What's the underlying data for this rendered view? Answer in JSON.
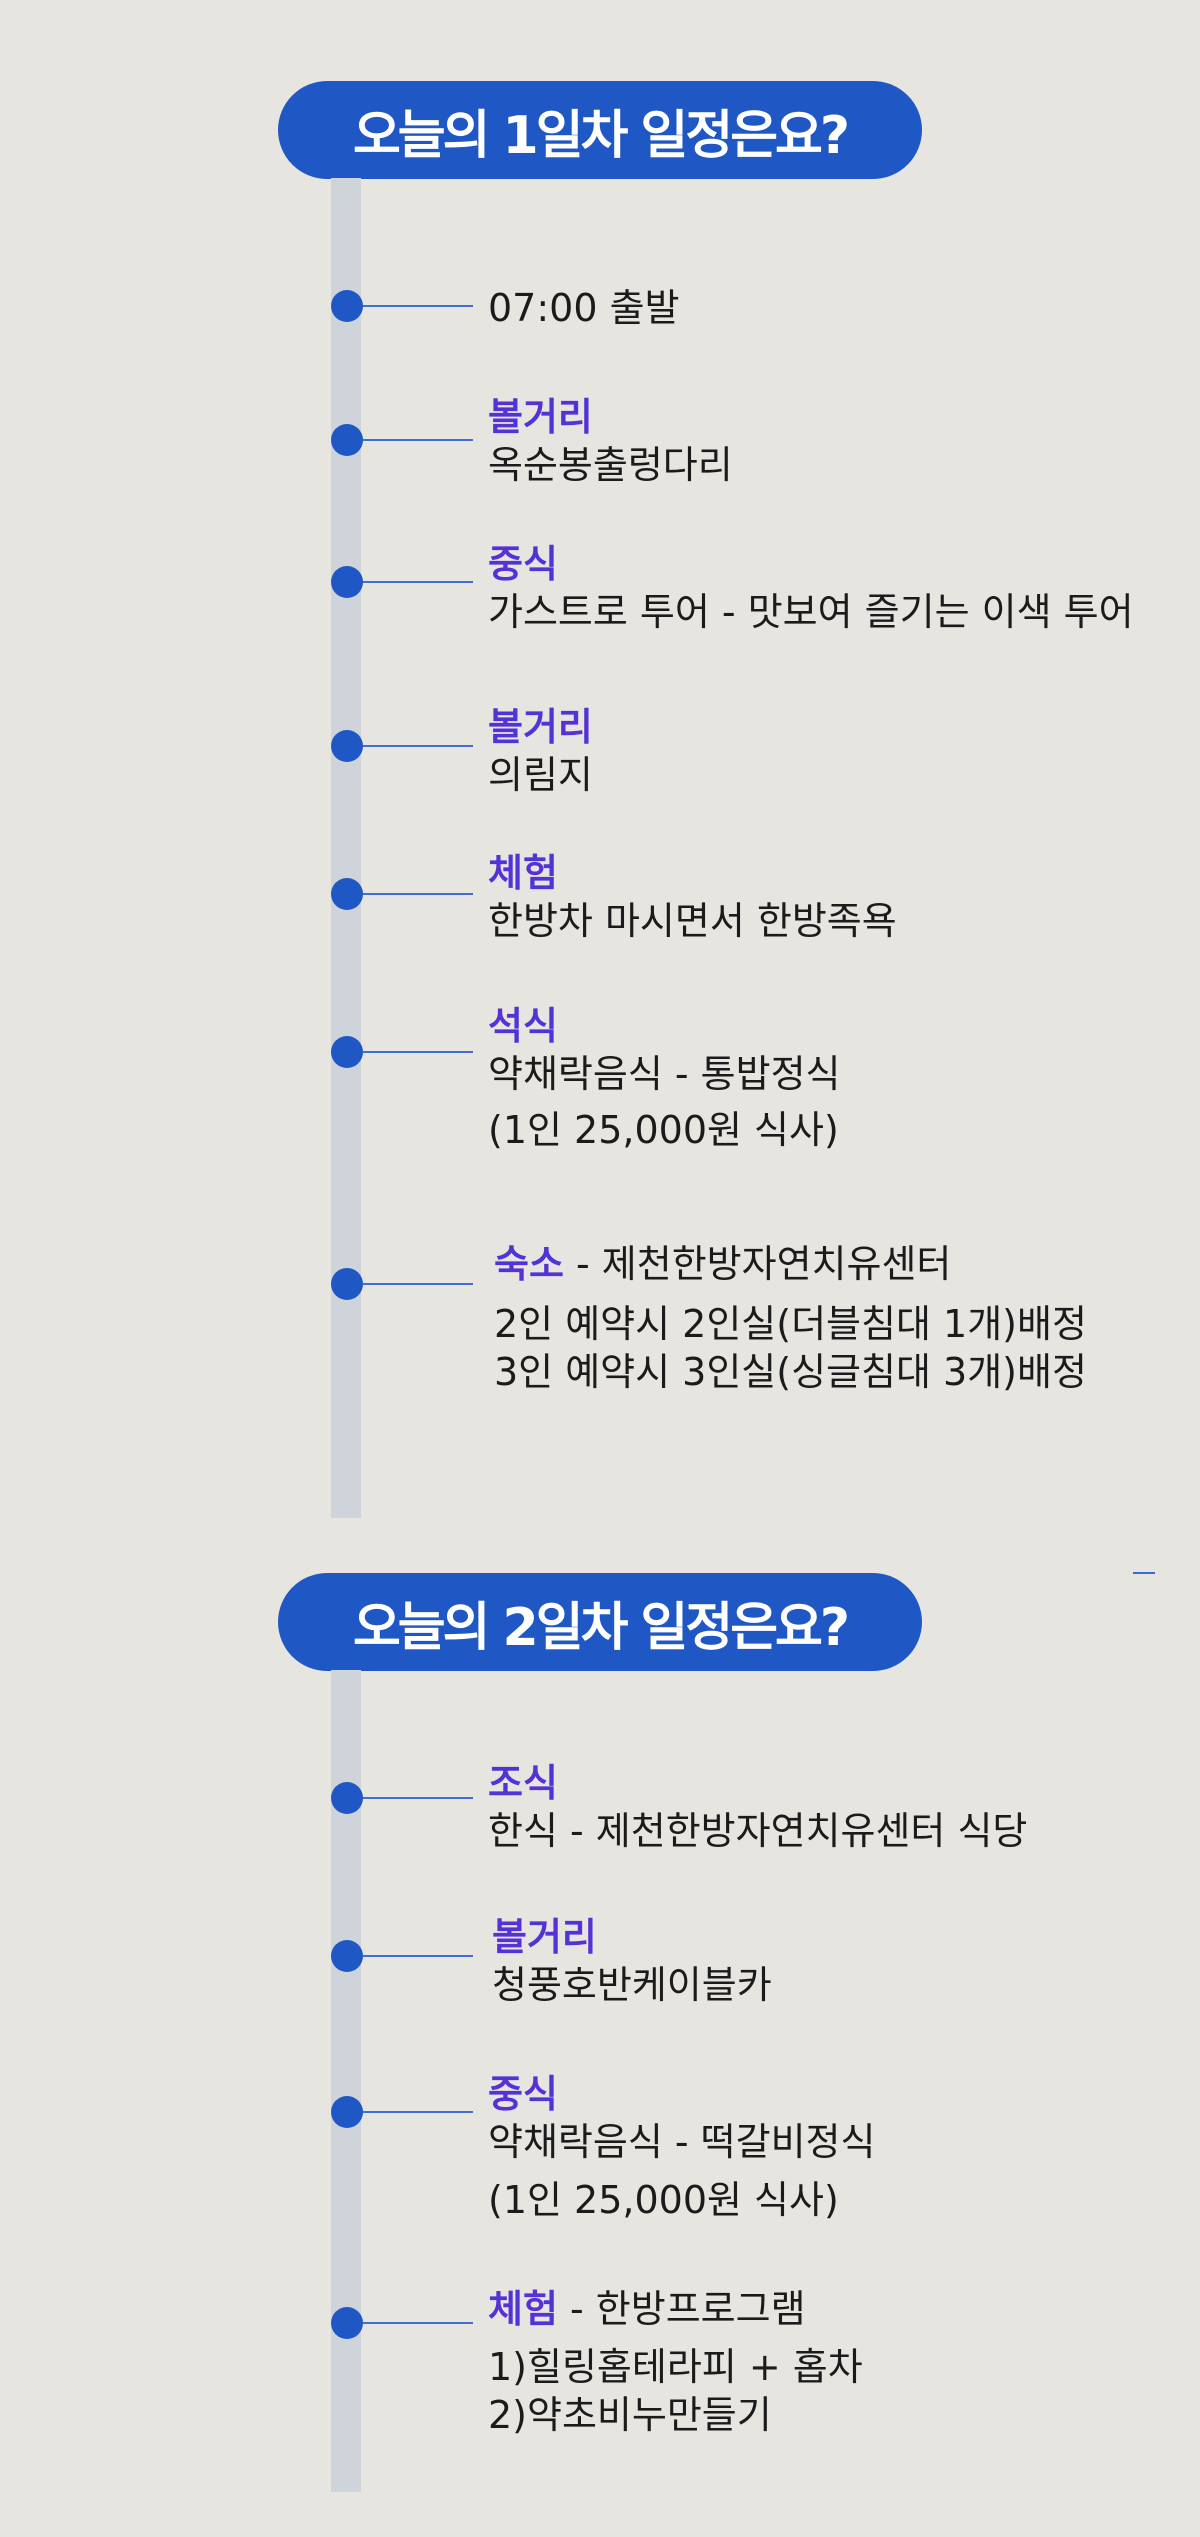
{
  "day1": {
    "title": "오늘의 1일차 일정은요?",
    "items": [
      {
        "label": "",
        "lines": [
          "07:00 출발"
        ]
      },
      {
        "label": "볼거리",
        "lines": [
          "옥순봉출렁다리"
        ]
      },
      {
        "label": "중식",
        "lines": [
          "가스트로 투어 - 맛보여 즐기는 이색 투어"
        ]
      },
      {
        "label": "볼거리",
        "lines": [
          "의림지"
        ]
      },
      {
        "label": "체험",
        "lines": [
          "한방차 마시면서 한방족욕"
        ]
      },
      {
        "label": "석식",
        "lines": [
          "약채락음식 - 통밥정식",
          "(1인 25,000원 식사)"
        ]
      },
      {
        "label": "숙소",
        "inline": " - 제천한방자연치유센터",
        "lines": [
          "2인 예약시 2인실(더블침대 1개)배정",
          "3인 예약시 3인실(싱글침대 3개)배정"
        ]
      }
    ]
  },
  "day2": {
    "title": "오늘의 2일차 일정은요?",
    "items": [
      {
        "label": "조식",
        "lines": [
          "한식 - 제천한방자연치유센터 식당"
        ]
      },
      {
        "label": "볼거리",
        "lines": [
          "청풍호반케이블카"
        ]
      },
      {
        "label": "중식",
        "lines": [
          "약채락음식 - 떡갈비정식",
          "(1인 25,000원 식사)"
        ]
      },
      {
        "label": "체험",
        "inline": " - 한방프로그램",
        "lines": [
          "1)힐링홉테라피 + 홉차",
          "2)약초비누만들기"
        ]
      }
    ]
  },
  "colors": {
    "background": "#e7e5e0",
    "accent_blue": "#1f58c4",
    "label_purple": "#5433d6",
    "rail_gray": "#cfd4da",
    "text": "#1b1b1b"
  },
  "icons": {
    "timeline_dot": "timeline-dot-icon"
  }
}
